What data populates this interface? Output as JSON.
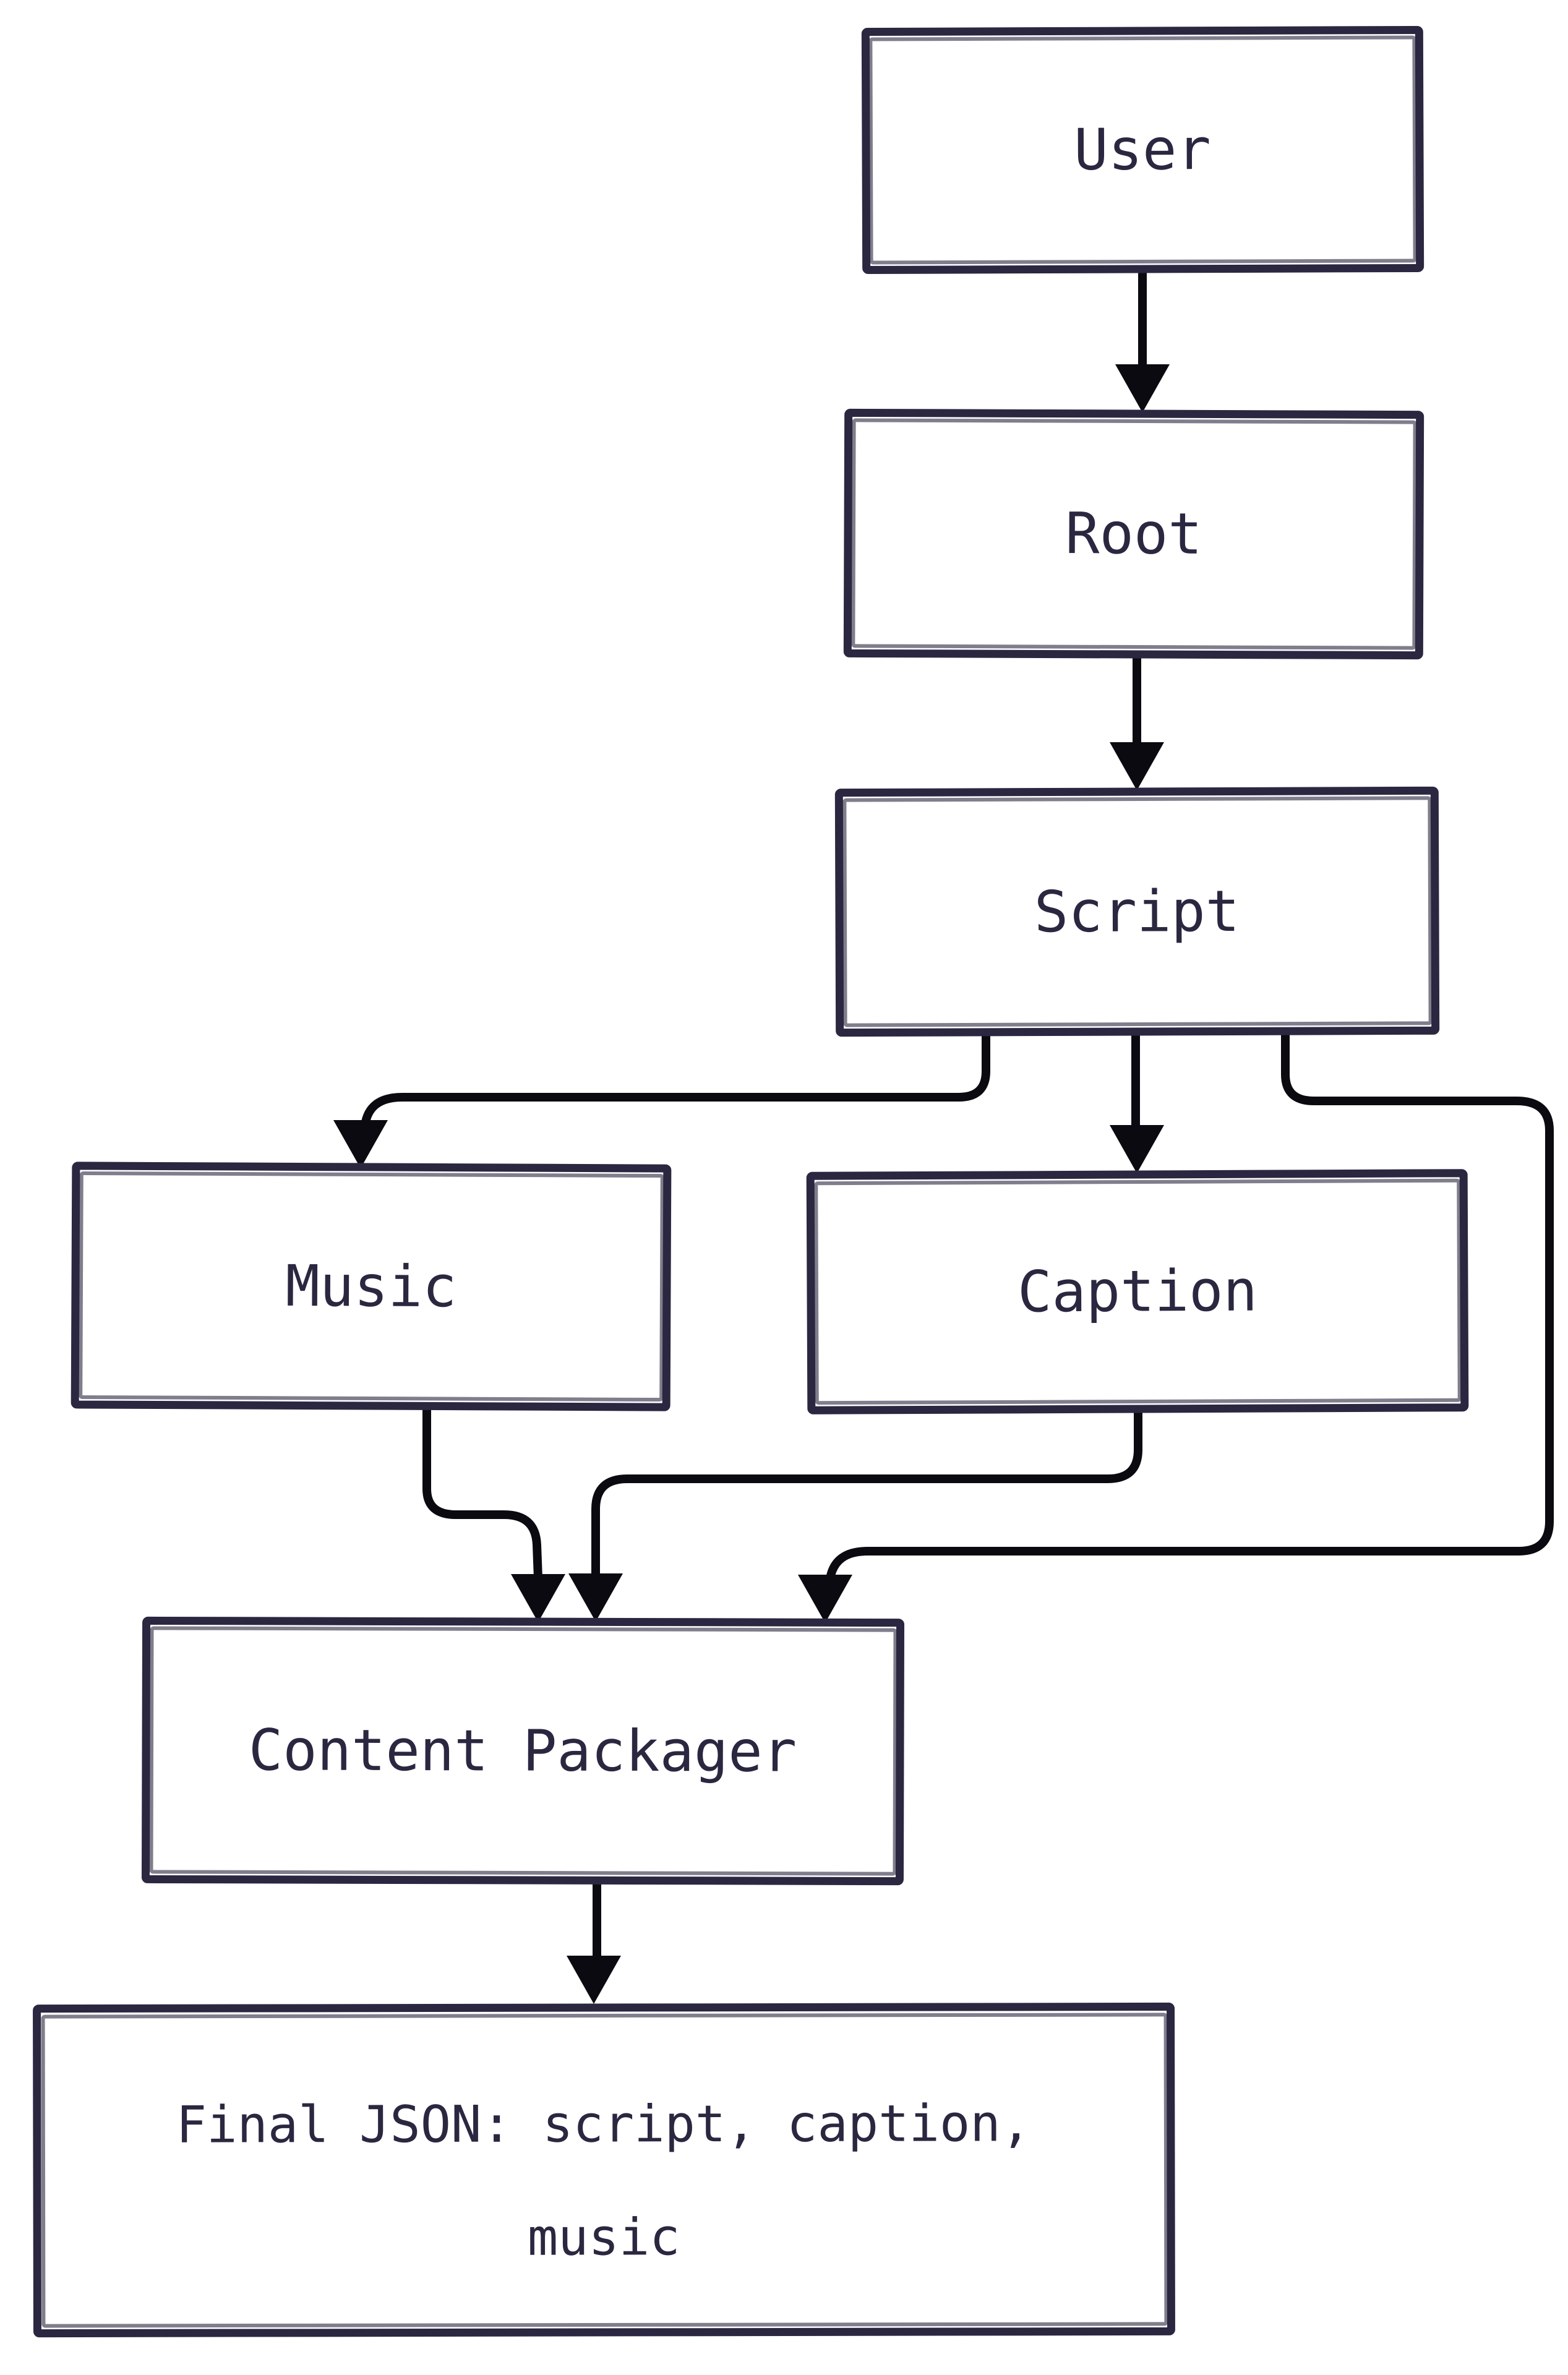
{
  "diagram": {
    "nodes": {
      "user": {
        "label": "User"
      },
      "root": {
        "label": "Root"
      },
      "script": {
        "label": "Script"
      },
      "music": {
        "label": "Music"
      },
      "caption": {
        "label": "Caption"
      },
      "packager": {
        "label": "Content Packager"
      },
      "final": {
        "label": "Final JSON: script, caption, music",
        "line1": "Final JSON: script, caption,",
        "line2": "music"
      }
    },
    "edges": [
      {
        "from": "User",
        "to": "Root"
      },
      {
        "from": "Root",
        "to": "Script"
      },
      {
        "from": "Script",
        "to": "Music"
      },
      {
        "from": "Script",
        "to": "Caption"
      },
      {
        "from": "Script",
        "to": "Content Packager"
      },
      {
        "from": "Music",
        "to": "Content Packager"
      },
      {
        "from": "Caption",
        "to": "Content Packager"
      },
      {
        "from": "Content Packager",
        "to": "Final JSON: script, caption, music"
      }
    ],
    "colors": {
      "background": "#ffffff",
      "box_stroke": "#2b2740",
      "text": "#2b2740",
      "connector": "#0b0a10"
    }
  }
}
